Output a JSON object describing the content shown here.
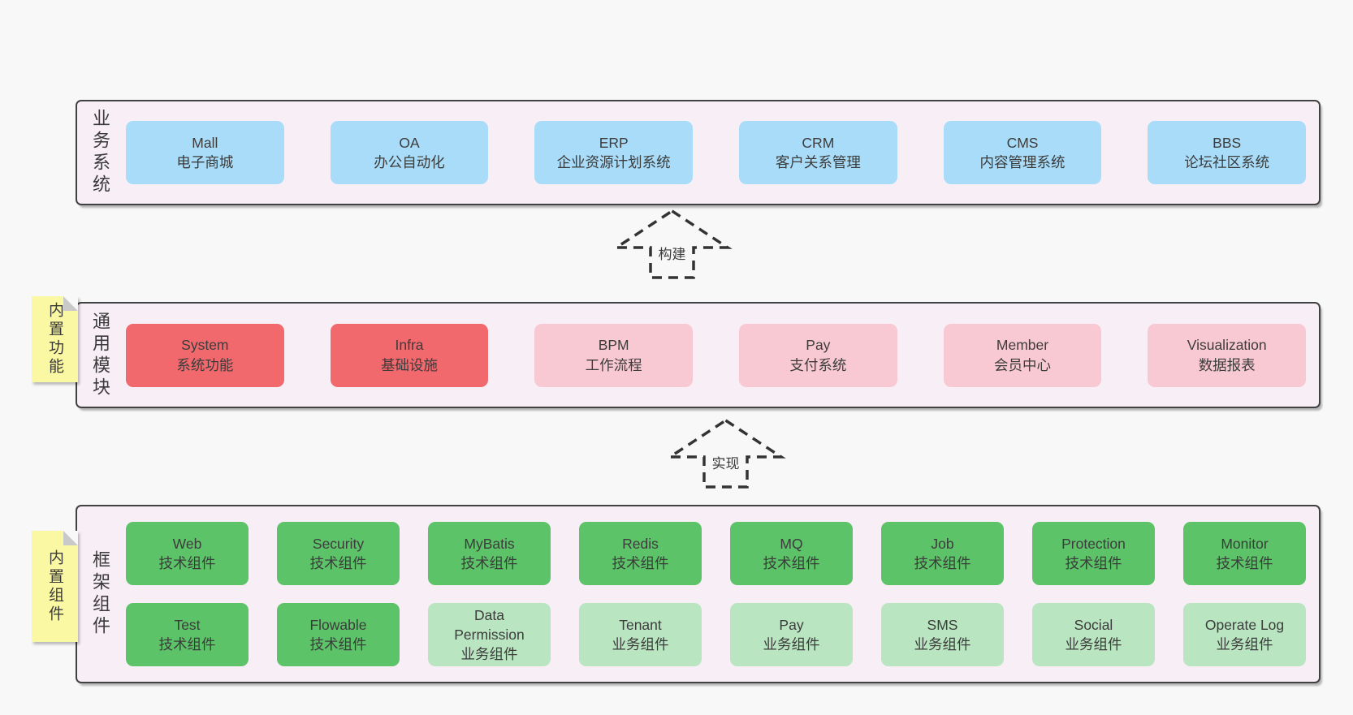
{
  "colors": {
    "background": "#f8f8f8",
    "panel_fill": "#f8eef6",
    "panel_border": "#414141",
    "blue": "#a9dcf8",
    "red": "#f1686d",
    "pink": "#f9c9d3",
    "green": "#5cc368",
    "lightgreen": "#b9e5c1",
    "note_yellow": "#fbf8a3",
    "text": "#3b3b3b"
  },
  "arrows": [
    {
      "id": "build",
      "label": "构建"
    },
    {
      "id": "implement",
      "label": "实现"
    }
  ],
  "sections": [
    {
      "id": "business",
      "side_label": "业务系统",
      "rows": [
        [
          {
            "name": "Mall",
            "sub": "电子商城",
            "color": "blue"
          },
          {
            "name": "OA",
            "sub": "办公自动化",
            "color": "blue"
          },
          {
            "name": "ERP",
            "sub": "企业资源计划系统",
            "color": "blue"
          },
          {
            "name": "CRM",
            "sub": "客户关系管理",
            "color": "blue"
          },
          {
            "name": "CMS",
            "sub": "内容管理系统",
            "color": "blue"
          },
          {
            "name": "BBS",
            "sub": "论坛社区系统",
            "color": "blue"
          }
        ]
      ]
    },
    {
      "id": "modules",
      "side_label": "通用模块",
      "note": "内置功能",
      "rows": [
        [
          {
            "name": "System",
            "sub": "系统功能",
            "color": "red"
          },
          {
            "name": "Infra",
            "sub": "基础设施",
            "color": "red"
          },
          {
            "name": "BPM",
            "sub": "工作流程",
            "color": "pink"
          },
          {
            "name": "Pay",
            "sub": "支付系统",
            "color": "pink"
          },
          {
            "name": "Member",
            "sub": "会员中心",
            "color": "pink"
          },
          {
            "name": "Visualization",
            "sub": "数据报表",
            "color": "pink"
          }
        ]
      ]
    },
    {
      "id": "components",
      "side_label": "框架组件",
      "note": "内置组件",
      "rows": [
        [
          {
            "name": "Web",
            "sub": "技术组件",
            "color": "green"
          },
          {
            "name": "Security",
            "sub": "技术组件",
            "color": "green"
          },
          {
            "name": "MyBatis",
            "sub": "技术组件",
            "color": "green"
          },
          {
            "name": "Redis",
            "sub": "技术组件",
            "color": "green"
          },
          {
            "name": "MQ",
            "sub": "技术组件",
            "color": "green"
          },
          {
            "name": "Job",
            "sub": "技术组件",
            "color": "green"
          },
          {
            "name": "Protection",
            "sub": "技术组件",
            "color": "green"
          },
          {
            "name": "Monitor",
            "sub": "技术组件",
            "color": "green"
          }
        ],
        [
          {
            "name": "Test",
            "sub": "技术组件",
            "color": "green"
          },
          {
            "name": "Flowable",
            "sub": "技术组件",
            "color": "green"
          },
          {
            "name": "Data Permission",
            "sub": "业务组件",
            "color": "lightgreen"
          },
          {
            "name": "Tenant",
            "sub": "业务组件",
            "color": "lightgreen"
          },
          {
            "name": "Pay",
            "sub": "业务组件",
            "color": "lightgreen"
          },
          {
            "name": "SMS",
            "sub": "业务组件",
            "color": "lightgreen"
          },
          {
            "name": "Social",
            "sub": "业务组件",
            "color": "lightgreen"
          },
          {
            "name": "Operate Log",
            "sub": "业务组件",
            "color": "lightgreen"
          }
        ]
      ]
    }
  ]
}
